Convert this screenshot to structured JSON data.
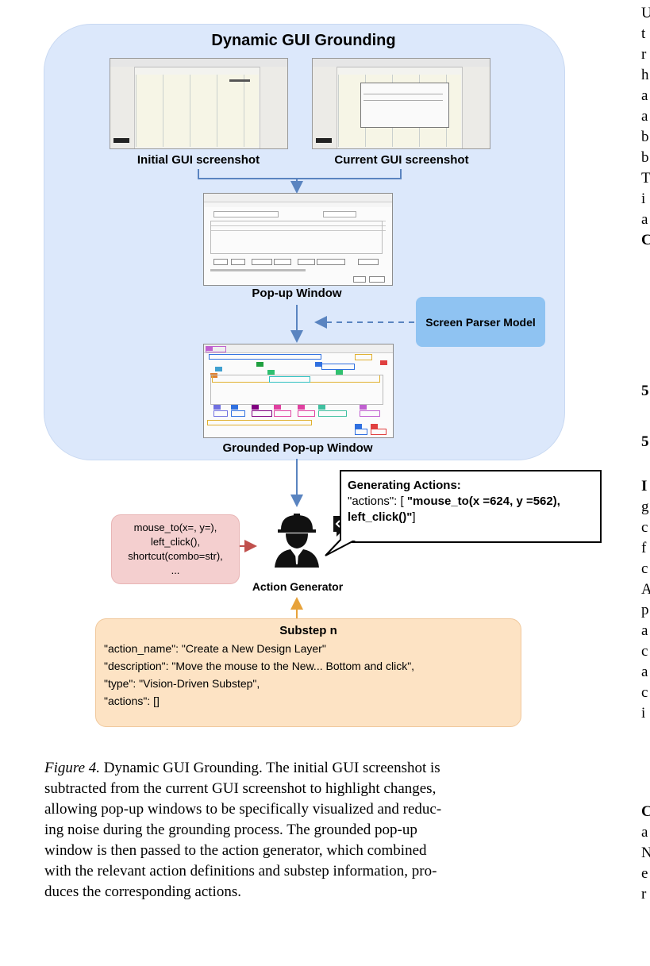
{
  "diagram": {
    "title": "Dynamic GUI Grounding",
    "initial_label": "Initial GUI screenshot",
    "current_label": "Current GUI screenshot",
    "popup_label": "Pop-up Window",
    "screen_parser_label": "Screen Parser Model",
    "grounded_label": "Grounded Pop-up Window",
    "action_generator_label": "Action Generator",
    "functions": [
      "mouse_to(x=, y=),",
      "left_click(),",
      "shortcut(combo=str),",
      "..."
    ],
    "speech": {
      "heading": "Generating Actions:",
      "prefix": "\"actions\": [ ",
      "bold_part": "\"mouse_to(x =624, y =562),",
      "line2_bold": "left_click()\"",
      "line2_suffix": "]"
    },
    "substep": {
      "title": "Substep n",
      "lines": [
        "\"action_name\": \"Create a New Design Layer\"",
        "\"description\": \"Move the mouse to the New... Bottom and click\",",
        "\"type\": \"Vision-Driven Substep\",",
        "\"actions\": []"
      ]
    }
  },
  "caption": {
    "prefix": "Figure 4.",
    "lines": [
      " Dynamic GUI Grounding. The initial GUI screenshot is",
      "subtracted from the current GUI screenshot to highlight changes,",
      "allowing pop-up windows to be specifically visualized and reduc-",
      "ing noise during the grounding process. The grounded pop-up",
      "window is then passed to the action generator, which combined",
      "with the relevant action definitions and substep information, pro-",
      "duces the corresponding actions."
    ]
  },
  "right_column_letters": [
    "U",
    "t",
    "r",
    "h",
    "a",
    "a",
    "b",
    "b",
    "T",
    "i",
    "a",
    "C",
    "",
    "5",
    "",
    "5",
    "",
    "I",
    "g",
    "c",
    "f",
    "c",
    "A",
    "p",
    "a",
    "c",
    "a",
    "c",
    "i",
    "",
    "C",
    "a",
    "N",
    "e",
    "r"
  ],
  "colors": {
    "panel": "#dce8fb",
    "arrow_blue": "#5a84c0",
    "arrow_red": "#c0504d",
    "arrow_orange": "#e7a23a",
    "parser_box": "#8fc3f2",
    "function_box": "#f4cfcf",
    "substep_box": "#fde3c4"
  },
  "icons": [
    "worker-helmet-icon",
    "code-bracket-icon"
  ]
}
